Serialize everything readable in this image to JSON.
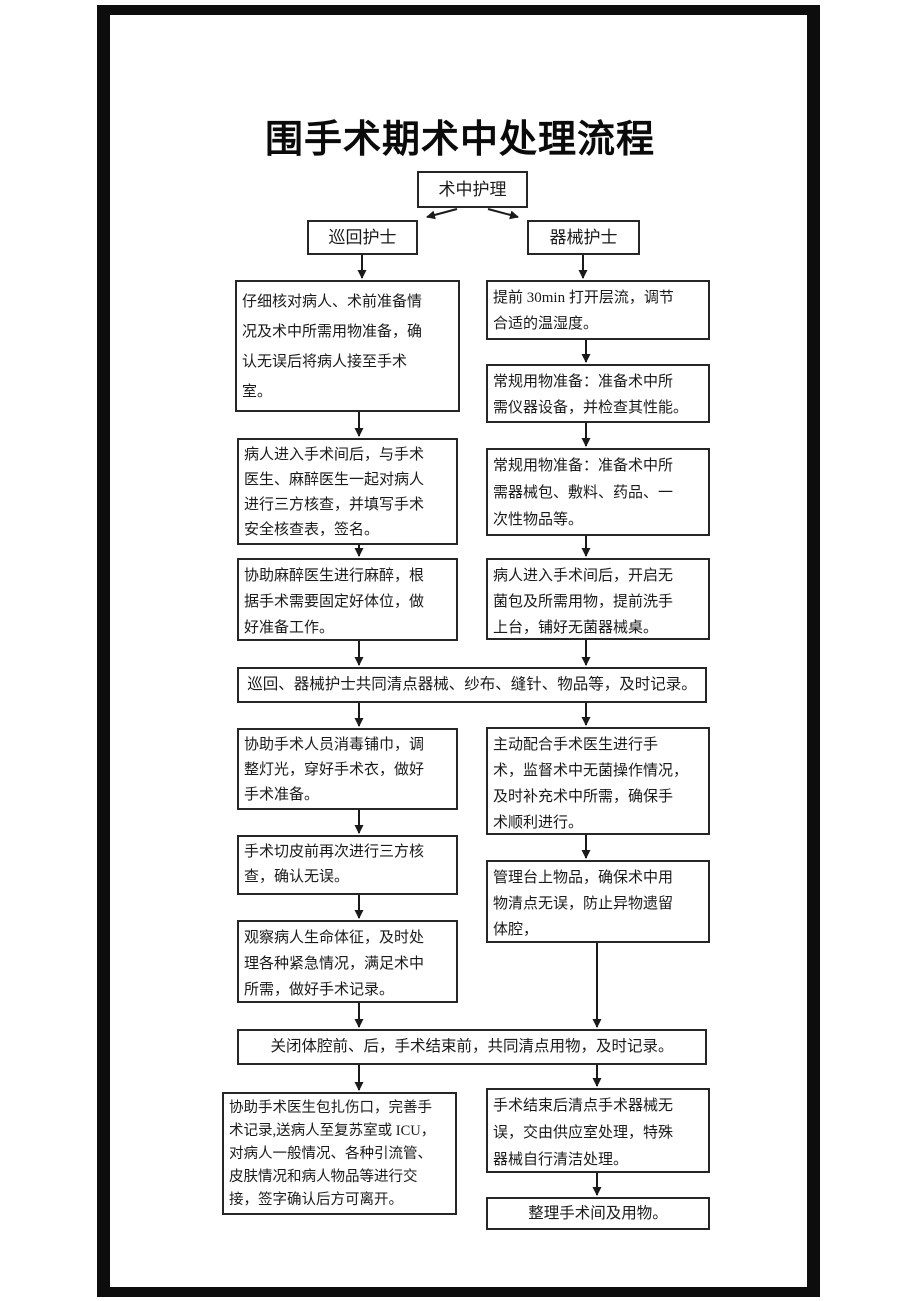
{
  "title": "围手术期术中处理流程",
  "flow": {
    "root": "术中护理",
    "left_role": "巡回护士",
    "right_role": "器械护士",
    "left_steps": [
      "仔细核对病人、术前准备情\n况及术中所需用物准备，确\n认无误后将病人接至手术\n室。",
      "病人进入手术间后，与手术\n医生、麻醉医生一起对病人\n进行三方核查，并填写手术\n安全核查表，签名。",
      "协助麻醉医生进行麻醉，根\n据手术需要固定好体位，做\n好准备工作。",
      "协助手术人员消毒铺巾，调\n整灯光，穿好手术衣，做好\n手术准备。",
      "手术切皮前再次进行三方核\n查，确认无误。",
      "观察病人生命体征，及时处\n理各种紧急情况，满足术中\n所需，做好手术记录。",
      "协助手术医生包扎伤口，完善手\n术记录,送病人至复苏室或 ICU，\n对病人一般情况、各种引流管、\n皮肤情况和病人物品等进行交\n接，签字确认后方可离开。"
    ],
    "right_steps": [
      "提前 30min 打开层流，调节\n合适的温湿度。",
      "常规用物准备：准备术中所\n需仪器设备，并检查其性能。",
      "常规用物准备：准备术中所\n需器械包、敷料、药品、一\n次性物品等。",
      "病人进入手术间后，开启无\n菌包及所需用物，提前洗手\n上台，铺好无菌器械桌。",
      "主动配合手术医生进行手\n术，监督术中无菌操作情况，\n及时补充术中所需，确保手\n术顺利进行。",
      "管理台上物品，确保术中用\n物清点无误，防止异物遗留\n体腔，",
      "手术结束后清点手术器械无\n误，交由供应室处理，特殊\n器械自行清洁处理。",
      "整理手术间及用物。"
    ],
    "joint_steps": [
      "巡回、器械护士共同清点器械、纱布、缝针、物品等，及时记录。",
      "关闭体腔前、后，手术结束前，共同清点用物，及时记录。"
    ]
  },
  "colors": {
    "background": "#ffffff",
    "box_border": "#262626",
    "connector": "#1a1a1a",
    "page_frame": "#0d0d0d"
  }
}
